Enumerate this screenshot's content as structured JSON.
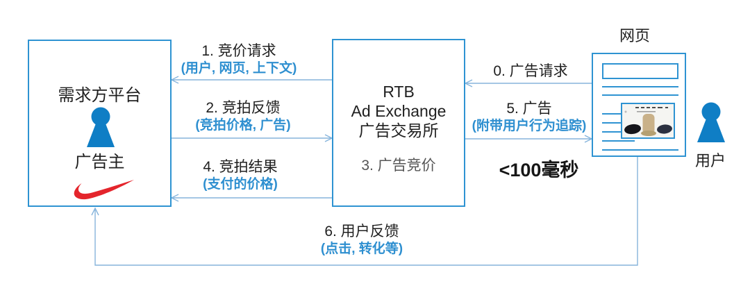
{
  "diagram": {
    "dsp": {
      "title": "需求方平台",
      "role": "广告主"
    },
    "exchange": {
      "line1": "RTB",
      "line2": "Ad Exchange",
      "line3": "广告交易所",
      "step": "3. 广告竞价"
    },
    "webpage": {
      "label": "网页"
    },
    "user": {
      "label": "用户"
    },
    "latency": "<100毫秒",
    "edges": {
      "e0": {
        "label": "0. 广告请求"
      },
      "e1": {
        "label": "1. 竞价请求",
        "sublabel": "(用户, 网页, 上下文)"
      },
      "e2": {
        "label": "2. 竞拍反馈",
        "sublabel": "(竞拍价格, 广告)"
      },
      "e4": {
        "label": "4. 竞拍结果",
        "sublabel": "(支付的价格)"
      },
      "e5": {
        "label": "5. 广告",
        "sublabel": "(附带用户行为追踪)"
      },
      "e6": {
        "label": "6. 用户反馈",
        "sublabel": "(点击, 转化等)"
      }
    },
    "icons": {
      "advertiser": "person-icon",
      "user": "person-icon",
      "logo": "nike-swoosh-icon",
      "ad": "sneakers-ad-image"
    },
    "colors": {
      "box_border": "#2e93d2",
      "connector": "#85b4dc",
      "text_blue": "#2e8fd0",
      "text_black": "#1f1f1f",
      "person_blue": "#0f7ec5",
      "nike_red": "#e4252c"
    }
  }
}
